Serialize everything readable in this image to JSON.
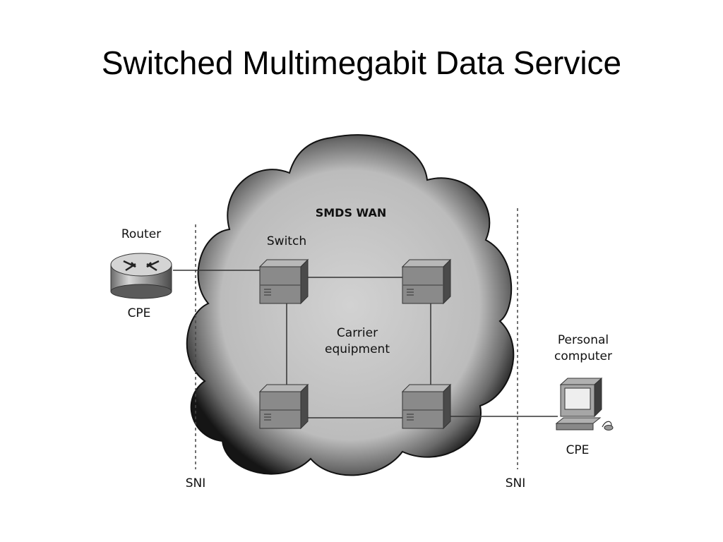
{
  "slide": {
    "title": "Switched Multimegabit Data Service"
  },
  "diagram": {
    "cloud_label": "SMDS WAN",
    "switch_label": "Switch",
    "carrier_label_line1": "Carrier",
    "carrier_label_line2": "equipment",
    "router_label": "Router",
    "router_cpe_label": "CPE",
    "pc_label_line1": "Personal",
    "pc_label_line2": "computer",
    "pc_cpe_label": "CPE",
    "sni_left_label": "SNI",
    "sni_right_label": "SNI"
  },
  "colors": {
    "cloud_fill": "#c8c8c8",
    "cloud_edge": "#1a1a1a",
    "switch_front": "#8a8a8a",
    "switch_top": "#b8b8b8",
    "switch_side": "#4a4a4a"
  }
}
